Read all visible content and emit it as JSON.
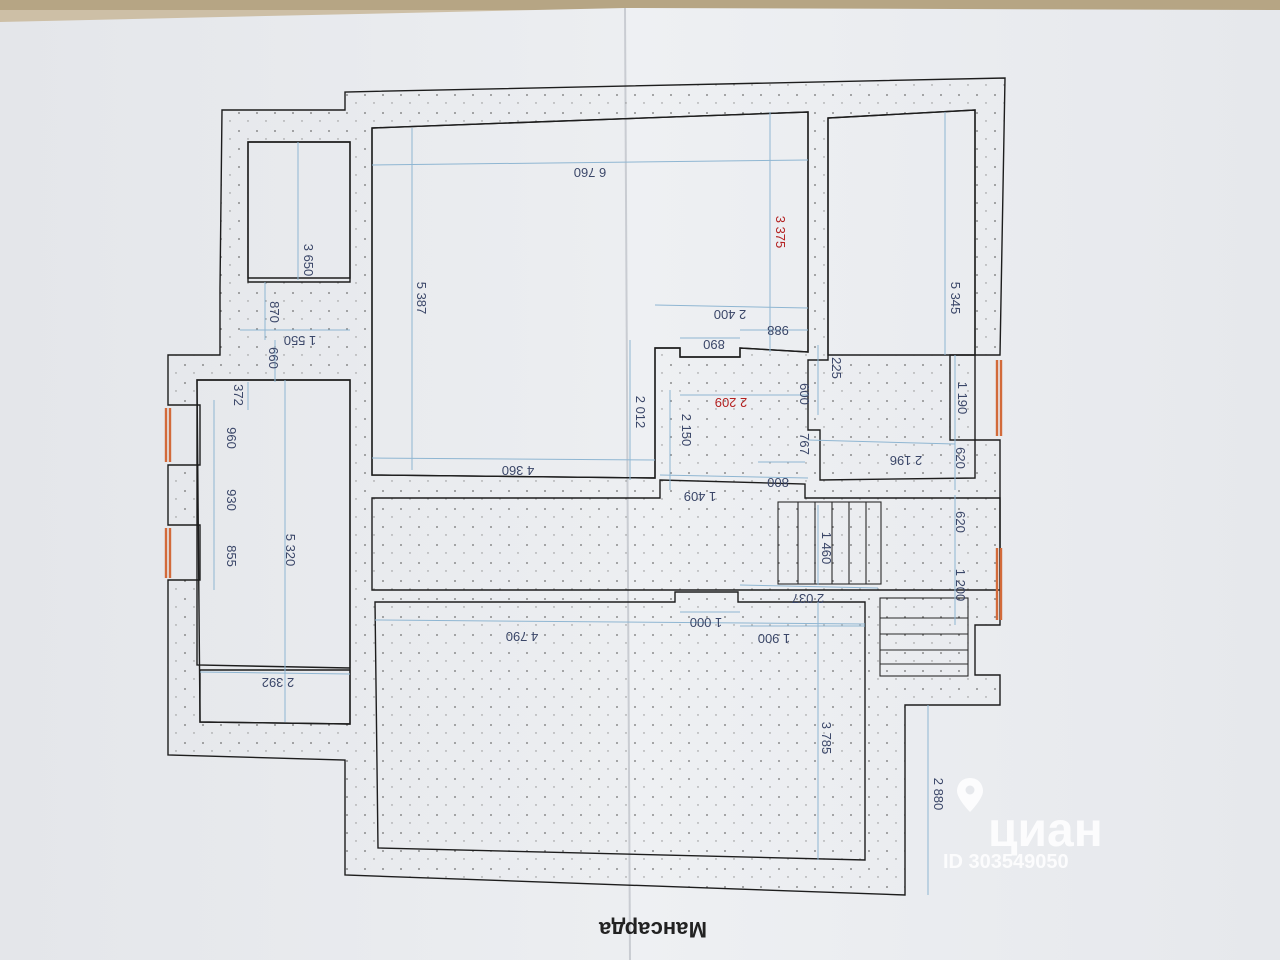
{
  "plan": {
    "title": "Мансарда",
    "dimensions": {
      "d6760": "6 760",
      "d3375": "3 375",
      "d5345": "5 345",
      "d3650": "3 650",
      "d5387": "5 387",
      "d870": "870",
      "d1550": "1 550",
      "d660": "660",
      "d372": "372",
      "d2400": "2 400",
      "d988": "988",
      "d890": "890",
      "d225": "225",
      "d600": "600",
      "d2209": "2 209",
      "d2012": "2 012",
      "d2150": "2 150",
      "d1190": "1 190",
      "d767": "767",
      "d2196": "2 196",
      "d620a": "620",
      "d800": "800",
      "d1409": "1 409",
      "d4360": "4 360",
      "d960": "960",
      "d930": "930",
      "d855": "855",
      "d5320": "5 320",
      "d620b": "620",
      "d1460": "1 460",
      "d2037": "2 037",
      "d1200": "1 200",
      "d1000": "1 000",
      "d4790": "4 790",
      "d1900": "1 900",
      "d2392": "2 392",
      "d3785": "3 785",
      "d2880": "2 880"
    }
  },
  "watermark": {
    "brand": "циан",
    "id_text": "ID 303549050"
  }
}
